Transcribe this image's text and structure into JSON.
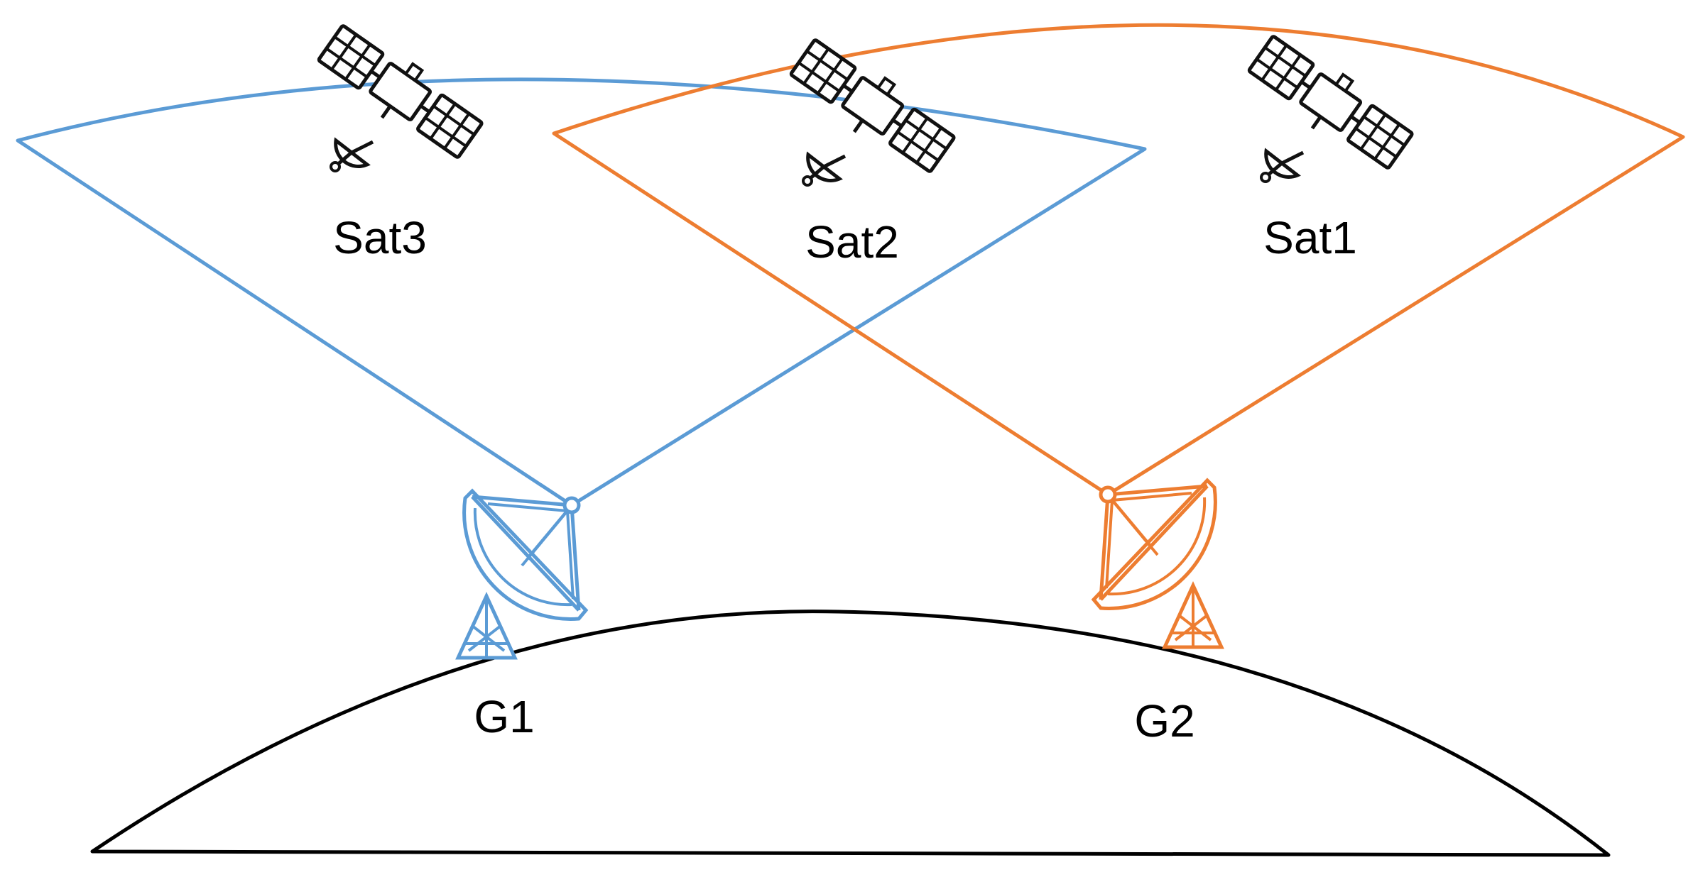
{
  "colors": {
    "g1_beam": "#5b9bd5",
    "g2_beam": "#ed7d31",
    "earth": "#000000",
    "label": "#000000"
  },
  "satellites": [
    {
      "label": "Sat3",
      "icon": "satellite-icon"
    },
    {
      "label": "Sat2",
      "icon": "satellite-icon"
    },
    {
      "label": "Sat1",
      "icon": "satellite-icon"
    }
  ],
  "ground_stations": [
    {
      "label": "G1",
      "icon": "satellite-dish-icon",
      "color": "#5b9bd5"
    },
    {
      "label": "G2",
      "icon": "satellite-dish-icon",
      "color": "#ed7d31"
    }
  ]
}
